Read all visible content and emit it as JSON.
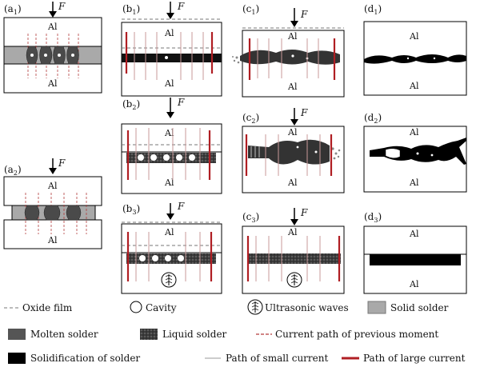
{
  "colors": {
    "large_current": "#b01e23",
    "small_current": "#c89a9a",
    "previous_current": "#b33a3a",
    "oxide": "#777777",
    "solid_solder": "#a9a9a9",
    "molten_solder": "#5a5a5a",
    "solidified_solder": "#000000"
  },
  "force_symbol": "F",
  "metal_label": "Al",
  "panels": {
    "a1": {
      "main": "(a",
      "sub": "1",
      "close": ")"
    },
    "a2": {
      "main": "(a",
      "sub": "2",
      "close": ")"
    },
    "b1": {
      "main": "(b",
      "sub": "1",
      "close": ")"
    },
    "b2": {
      "main": "(b",
      "sub": "2",
      "close": ")"
    },
    "b3": {
      "main": "(b",
      "sub": "3",
      "close": ")"
    },
    "c1": {
      "main": "(c",
      "sub": "1",
      "close": ")"
    },
    "c2": {
      "main": "(c",
      "sub": "2",
      "close": ")"
    },
    "c3": {
      "main": "(c",
      "sub": "3",
      "close": ")"
    },
    "d1": {
      "main": "(d",
      "sub": "1",
      "close": ")"
    },
    "d2": {
      "main": "(d",
      "sub": "2",
      "close": ")"
    },
    "d3": {
      "main": "(d",
      "sub": "3",
      "close": ")"
    }
  },
  "legend": {
    "oxide_film": "Oxide film",
    "cavity": "Cavity",
    "ultrasonic": "Ultrasonic waves",
    "solid_solder": "Solid solder",
    "molten_solder": "Molten solder",
    "liquid_solder": "Liquid solder",
    "previous_current": "Current path of previous moment",
    "solidification": "Solidification of solder",
    "small_current": "Path of small current",
    "large_current": "Path of large current"
  },
  "icons": [
    "force-arrow-icon",
    "cavity-icon",
    "ultrasonic-wave-icon"
  ]
}
